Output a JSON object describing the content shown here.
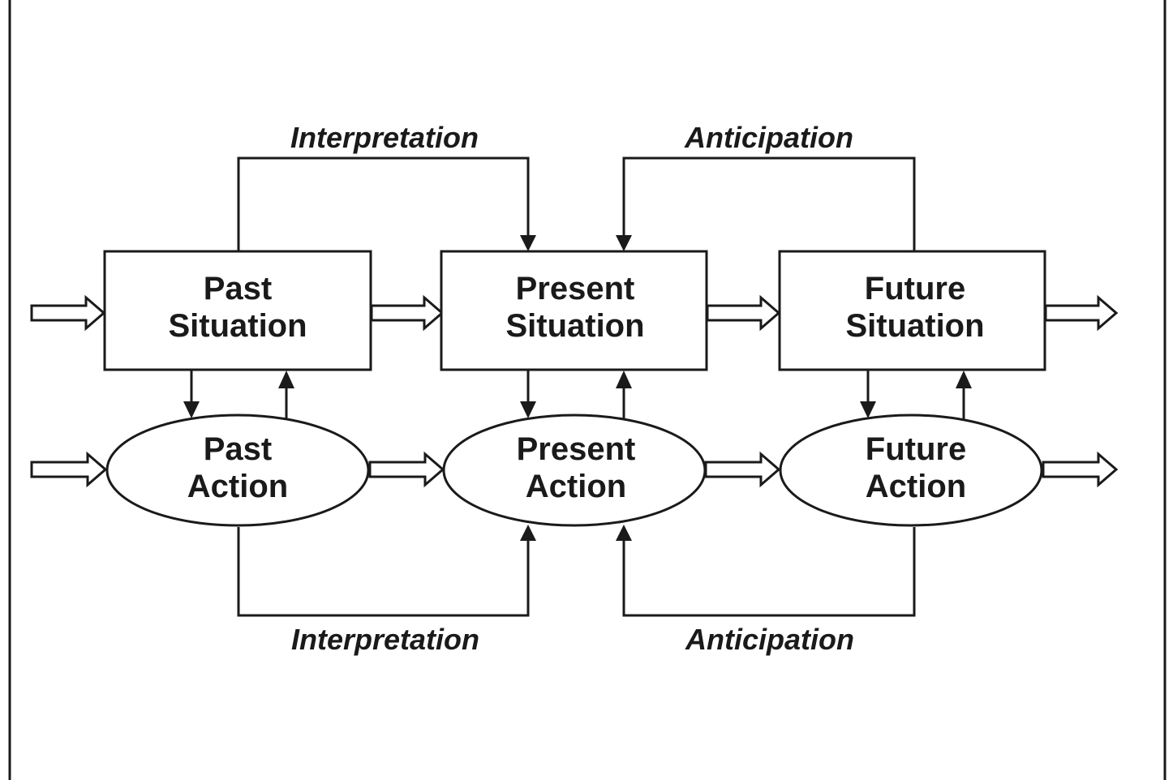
{
  "diagram": {
    "nodes": {
      "past_situation": {
        "line1": "Past",
        "line2": "Situation"
      },
      "present_situation": {
        "line1": "Present",
        "line2": "Situation"
      },
      "future_situation": {
        "line1": "Future",
        "line2": "Situation"
      },
      "past_action": {
        "line1": "Past",
        "line2": "Action"
      },
      "present_action": {
        "line1": "Present",
        "line2": "Action"
      },
      "future_action": {
        "line1": "Future",
        "line2": "Action"
      }
    },
    "edge_labels": {
      "top_left": "Interpretation",
      "top_right": "Anticipation",
      "bottom_left": "Interpretation",
      "bottom_right": "Anticipation"
    },
    "colors": {
      "stroke": "#1a1a1a",
      "background": "#ffffff"
    }
  }
}
